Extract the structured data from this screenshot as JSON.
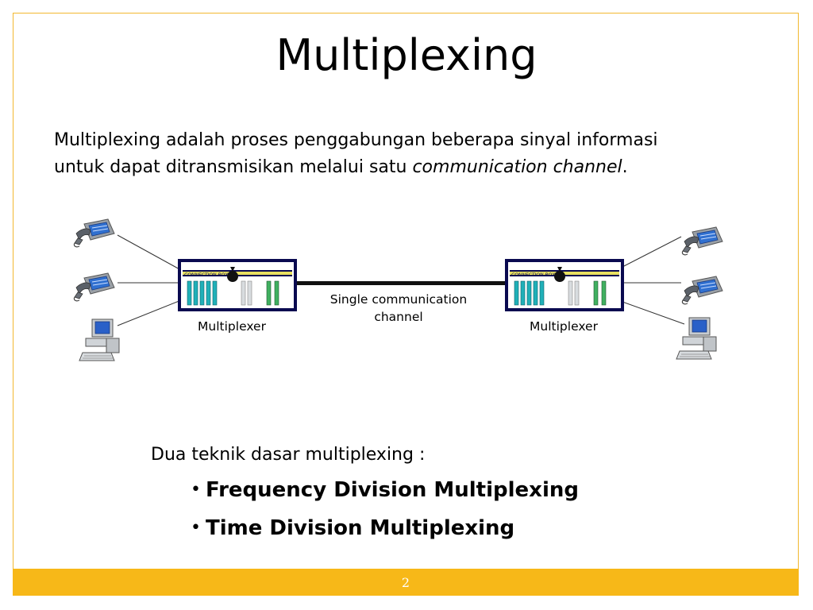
{
  "slide": {
    "title": "Multiplexing",
    "intro_line1": "Multiplexing adalah proses penggabungan beberapa sinyal informasi",
    "intro_line2_plain": "untuk dapat ditransmisikan melalui satu ",
    "intro_line2_italic": "communication channel",
    "intro_line2_end": ".",
    "page_number": "2"
  },
  "diagram": {
    "box_text": "CONNECTION BOX",
    "multiplexer_left_label": "Multiplexer",
    "multiplexer_right_label": "Multiplexer",
    "channel_label_line1": "Single communication",
    "channel_label_line2": "channel",
    "devices_left": [
      "phone-icon",
      "phone-icon",
      "computer-icon"
    ],
    "devices_right": [
      "phone-icon",
      "phone-icon",
      "computer-icon"
    ]
  },
  "techniques": {
    "lead": "Dua teknik dasar multiplexing :",
    "bullet_glyph": "•",
    "items": [
      "Frequency Division Multiplexing",
      "Time Division Multiplexing"
    ]
  },
  "colors": {
    "accent": "#f7b818",
    "box_border": "#0a0a50",
    "box_bar": "#e8e060",
    "phone_blue": "#3070d0"
  }
}
